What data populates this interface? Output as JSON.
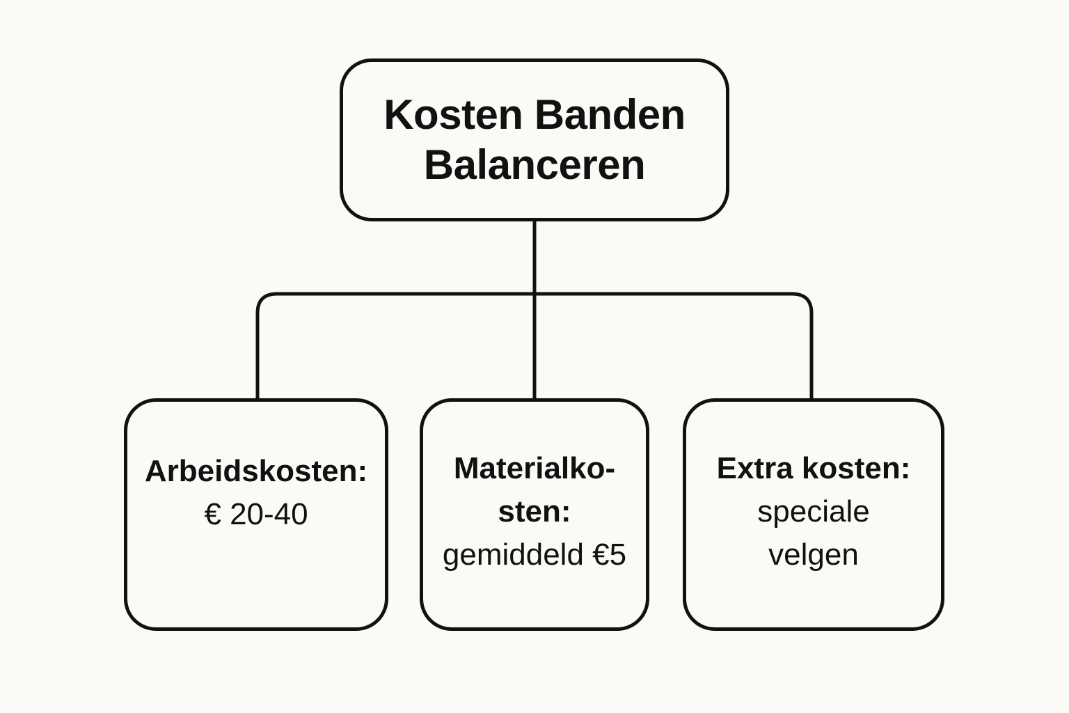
{
  "colors": {
    "background": "#fbfaf6",
    "stroke": "#111111",
    "text": "#111111"
  },
  "root": {
    "line1": "Kosten Banden",
    "line2": "Balanceren"
  },
  "children": [
    {
      "head": "Arbeidskosten:",
      "body": [
        "€ 20-40"
      ]
    },
    {
      "head": "Materialko-",
      "head2": "sten:",
      "body": [
        "gemiddeld €5"
      ]
    },
    {
      "head": "Extra kosten:",
      "body": [
        "speciale",
        "velgen"
      ]
    }
  ]
}
